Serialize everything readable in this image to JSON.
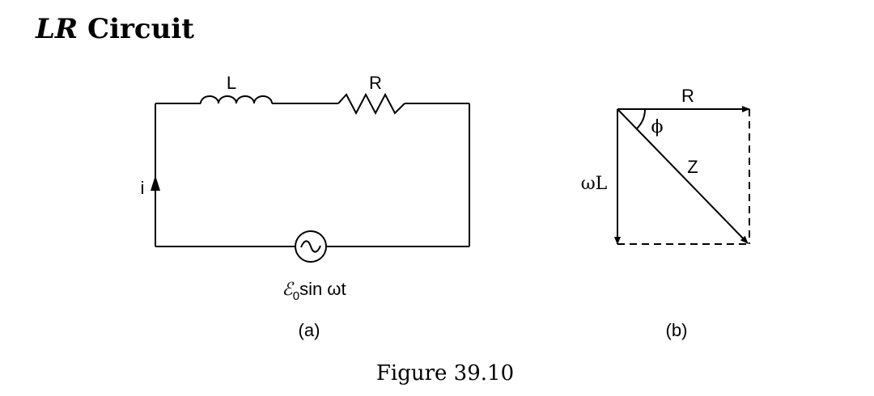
{
  "heading": {
    "symbol": "LR",
    "text": "Circuit"
  },
  "circuit": {
    "inductor_label": "L",
    "resistor_label": "R",
    "current_label": "i",
    "source_label_script": "ℰ",
    "source_label_sub": "0",
    "source_label_rest": "sin ωt",
    "panel_label": "(a)"
  },
  "phasor": {
    "r_label": "R",
    "phi_label": "ϕ",
    "z_label": "Z",
    "wl_label": "ωL",
    "panel_label": "(b)"
  },
  "caption": "Figure 39.10"
}
